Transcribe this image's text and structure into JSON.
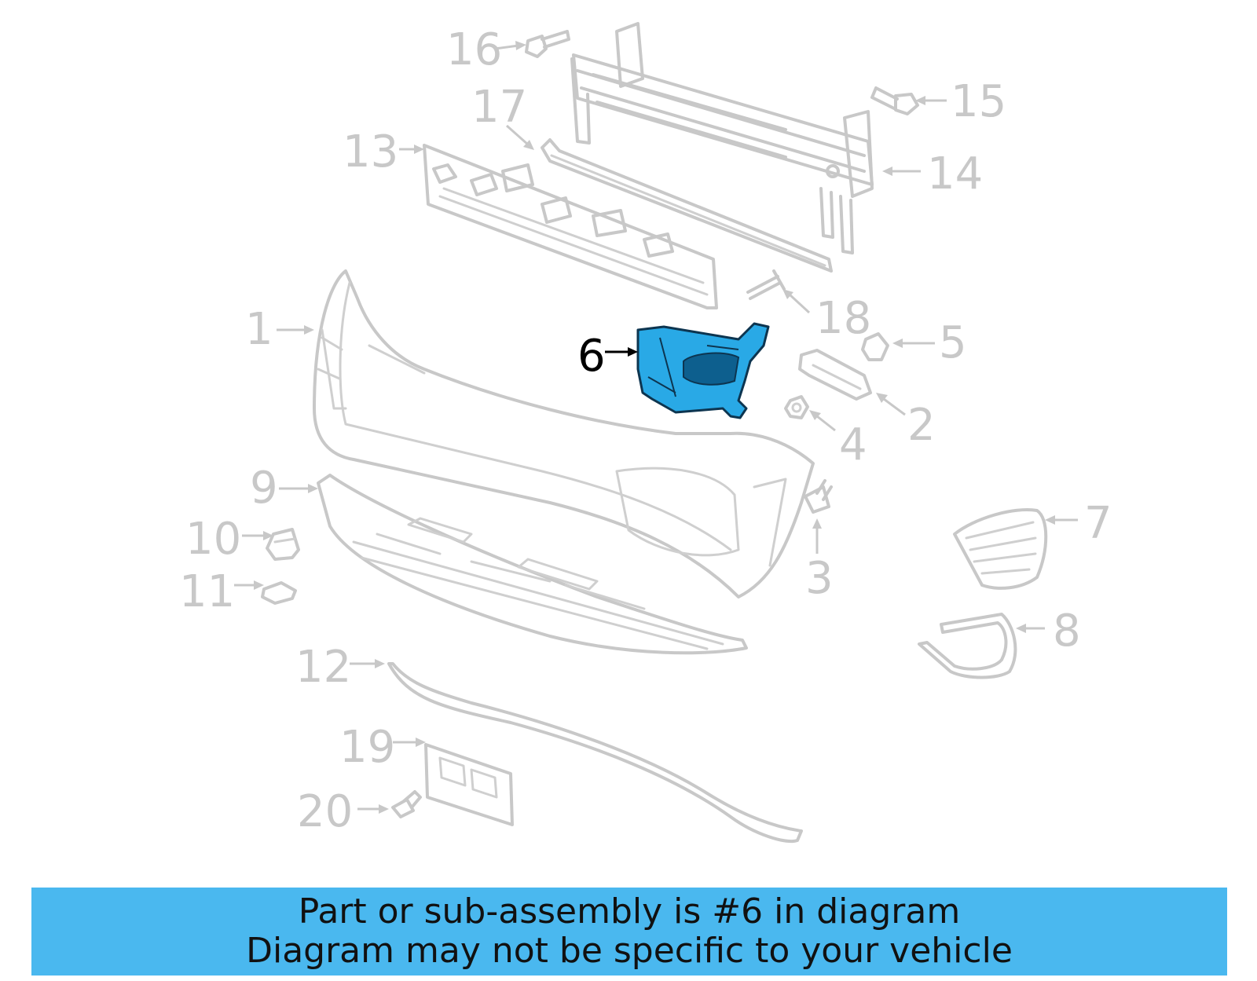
{
  "callouts": [
    "16",
    "15",
    "17",
    "13",
    "14",
    "18",
    "1",
    "6",
    "5",
    "2",
    "4",
    "9",
    "7",
    "10",
    "3",
    "11",
    "8",
    "12",
    "19",
    "20"
  ],
  "highlighted_part": "6",
  "colors": {
    "highlight": "#29a9e6",
    "banner": "#4ab8ef",
    "line_art": "#c8c8c8"
  },
  "banner": {
    "line1": "Part or sub-assembly is #6 in diagram",
    "line2": "Diagram may not be specific to your vehicle"
  }
}
